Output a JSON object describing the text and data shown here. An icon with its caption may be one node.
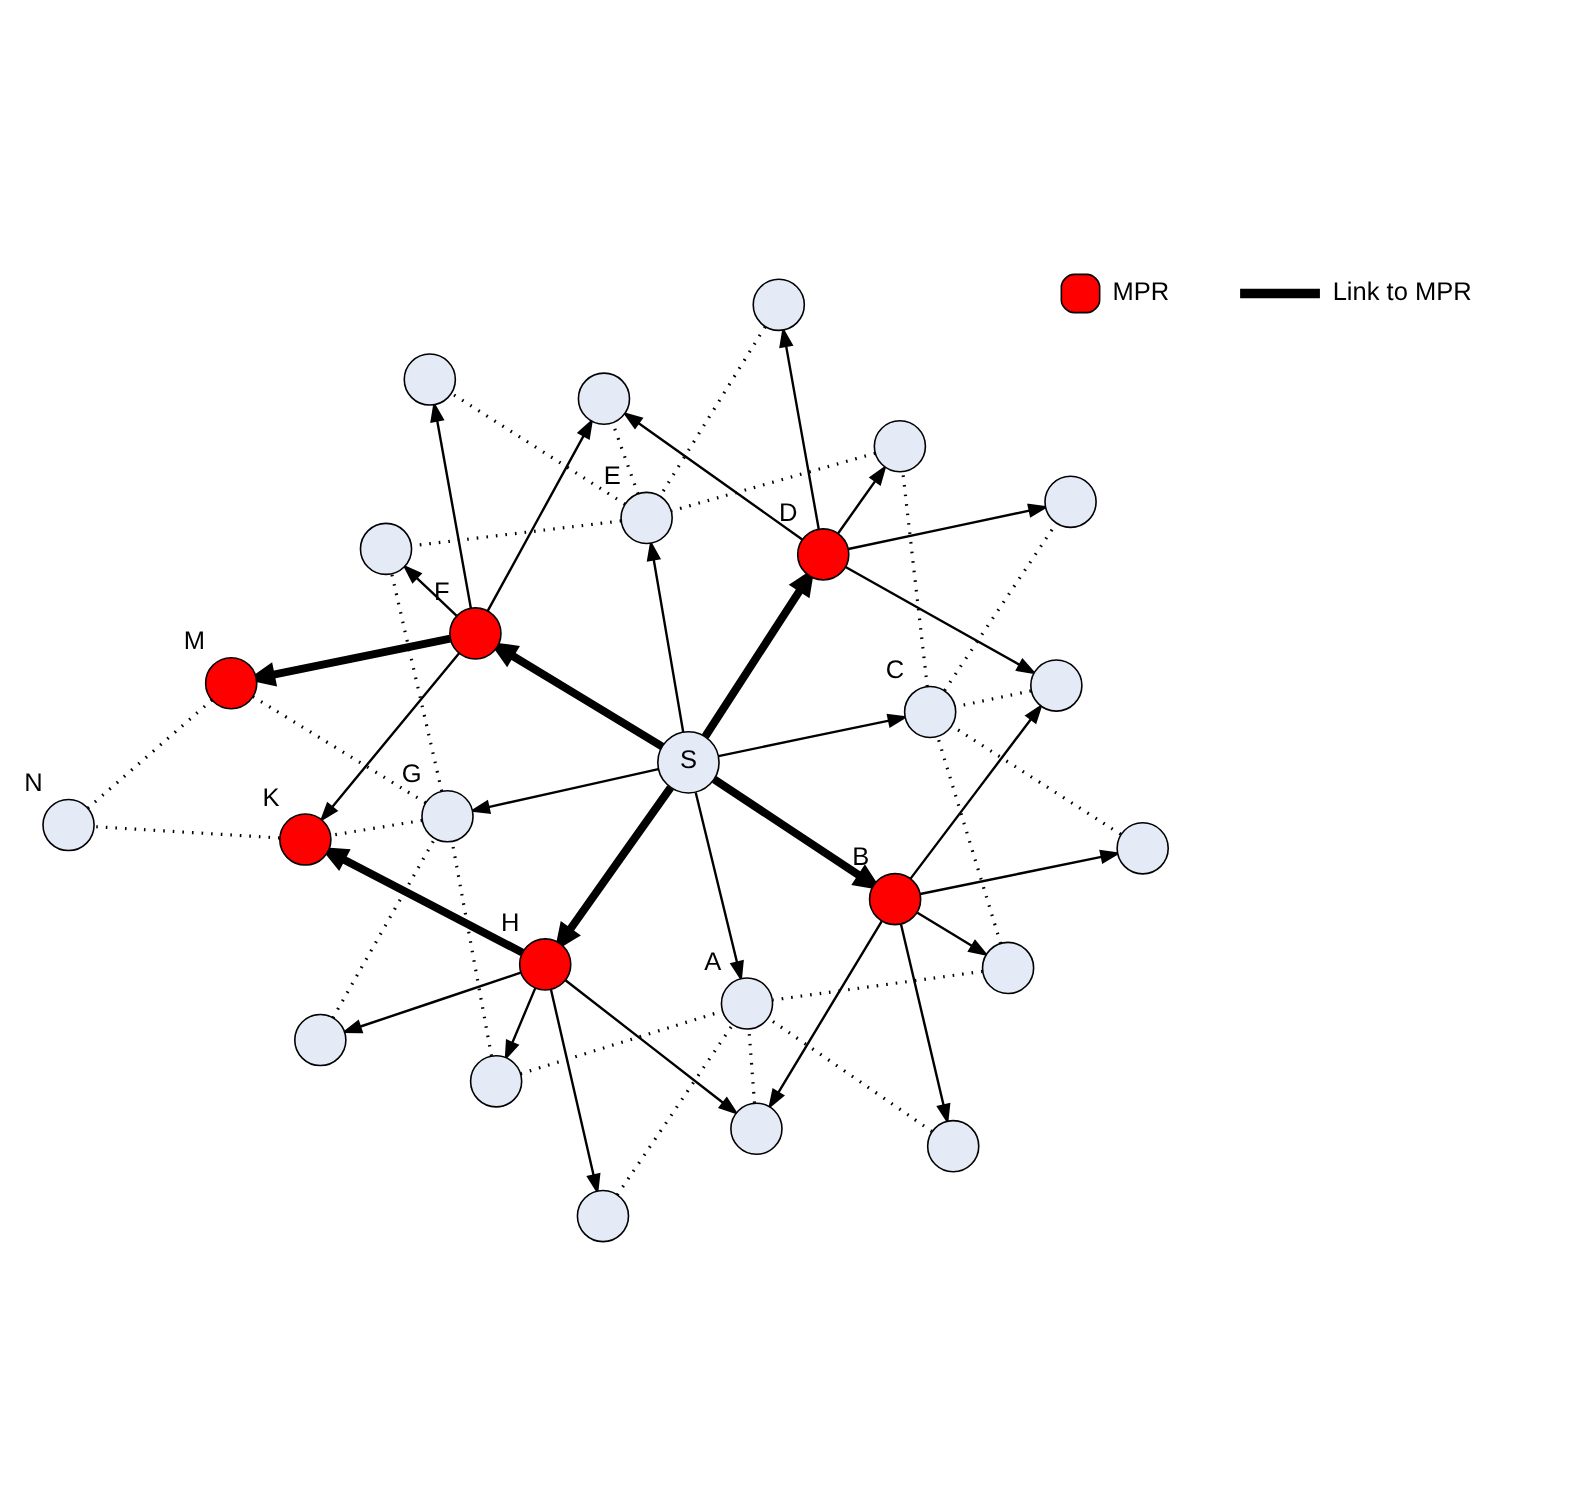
{
  "diagram": {
    "nodes": [
      {
        "text": [],
        "shape": "circle"
      },
      {
        "text": [],
        "shape": "circle"
      },
      {
        "text": [],
        "shape": "circle"
      },
      {
        "text": [],
        "shape": "circle"
      },
      {
        "text": [],
        "shape": "circle"
      },
      {
        "text": [],
        "shape": "circle",
        "beside": [
          "A"
        ]
      },
      {
        "text": [],
        "shape": "circle"
      },
      {
        "text": [],
        "shape": "circle"
      },
      {
        "text": [],
        "shape": "circle",
        "beside": [
          "B"
        ]
      },
      {
        "text": [],
        "shape": "circle",
        "beside": [
          "H"
        ]
      },
      {
        "text": [],
        "shape": "circle"
      },
      {
        "text": [],
        "shape": "circle",
        "beside": [
          "C"
        ]
      },
      {
        "text": [
          "S"
        ]
      },
      {
        "text": [],
        "shape": "circle",
        "beside": [
          "G"
        ]
      },
      {
        "text": [],
        "shape": "circle",
        "beside": [
          "K"
        ]
      },
      {
        "text": [],
        "shape": "circle",
        "beside": [
          "N"
        ]
      },
      {
        "text": [],
        "shape": "circle",
        "beside": [
          "D"
        ]
      },
      {
        "text": [],
        "shape": "circle",
        "beside": [
          "F"
        ]
      },
      {
        "text": [],
        "shape": "circle"
      },
      {
        "text": [],
        "shape": "circle",
        "beside": [
          "M"
        ]
      },
      {
        "text": [],
        "shape": "circle",
        "beside": [
          "E"
        ]
      },
      {
        "text": [],
        "shape": "circle"
      },
      {
        "text": [],
        "shape": "circle"
      },
      {
        "text": [],
        "shape": "circle"
      },
      {
        "text": [],
        "shape": "circle"
      },
      {
        "text": [],
        "shape": "circle"
      }
    ],
    "edges": [
      {
        "from": 12,
        "to": 8,
        "arrow": "to",
        "style": "thick"
      },
      {
        "from": 12,
        "to": 9,
        "arrow": "to",
        "style": "thick"
      },
      {
        "from": 12,
        "to": 16,
        "arrow": "to",
        "style": "thick"
      },
      {
        "from": 12,
        "to": 17,
        "arrow": "to",
        "style": "thick"
      },
      {
        "from": 12,
        "to": 5,
        "arrow": "to"
      },
      {
        "from": 12,
        "to": 11,
        "arrow": "to"
      },
      {
        "from": 12,
        "to": 13,
        "arrow": "to"
      },
      {
        "from": 12,
        "to": 20,
        "arrow": "to"
      },
      {
        "from": 8,
        "to": 0,
        "arrow": "to"
      },
      {
        "from": 8,
        "to": 1,
        "arrow": "to"
      },
      {
        "from": 8,
        "to": 3,
        "arrow": "to"
      },
      {
        "from": 8,
        "to": 6,
        "arrow": "to"
      },
      {
        "from": 8,
        "to": 10,
        "arrow": "to"
      },
      {
        "from": 9,
        "to": 0,
        "arrow": "to"
      },
      {
        "from": 9,
        "to": 2,
        "arrow": "to"
      },
      {
        "from": 9,
        "to": 4,
        "arrow": "to"
      },
      {
        "from": 9,
        "to": 7,
        "arrow": "to"
      },
      {
        "from": 9,
        "to": 14,
        "arrow": "to",
        "style": "thick"
      },
      {
        "from": 16,
        "to": 10,
        "arrow": "to"
      },
      {
        "from": 16,
        "to": 18,
        "arrow": "to"
      },
      {
        "from": 16,
        "to": 21,
        "arrow": "to"
      },
      {
        "from": 16,
        "to": 23,
        "arrow": "to"
      },
      {
        "from": 16,
        "to": 25,
        "arrow": "to"
      },
      {
        "from": 17,
        "to": 14,
        "arrow": "to"
      },
      {
        "from": 17,
        "to": 19,
        "arrow": "to",
        "style": "thick"
      },
      {
        "from": 17,
        "to": 22,
        "arrow": "to"
      },
      {
        "from": 17,
        "to": 24,
        "arrow": "to"
      },
      {
        "from": 17,
        "to": 25,
        "arrow": "to"
      },
      {
        "from": 0,
        "to": 5,
        "arrow": "none",
        "style": "dashed"
      },
      {
        "from": 1,
        "to": 5,
        "arrow": "none",
        "style": "dashed"
      },
      {
        "from": 3,
        "to": 5,
        "arrow": "none",
        "style": "dashed"
      },
      {
        "from": 2,
        "to": 5,
        "arrow": "none",
        "style": "dashed"
      },
      {
        "from": 4,
        "to": 5,
        "arrow": "none",
        "style": "dashed"
      },
      {
        "from": 3,
        "to": 11,
        "arrow": "none",
        "style": "dashed"
      },
      {
        "from": 6,
        "to": 11,
        "arrow": "none",
        "style": "dashed"
      },
      {
        "from": 10,
        "to": 11,
        "arrow": "none",
        "style": "dashed"
      },
      {
        "from": 11,
        "to": 18,
        "arrow": "none",
        "style": "dashed"
      },
      {
        "from": 11,
        "to": 21,
        "arrow": "none",
        "style": "dashed"
      },
      {
        "from": 21,
        "to": 20,
        "arrow": "none",
        "style": "dashed"
      },
      {
        "from": 23,
        "to": 20,
        "arrow": "none",
        "style": "dashed"
      },
      {
        "from": 20,
        "to": 25,
        "arrow": "none",
        "style": "dashed"
      },
      {
        "from": 20,
        "to": 22,
        "arrow": "none",
        "style": "dashed"
      },
      {
        "from": 20,
        "to": 24,
        "arrow": "none",
        "style": "dashed"
      },
      {
        "from": 13,
        "to": 14,
        "arrow": "none",
        "style": "dashed"
      },
      {
        "from": 7,
        "to": 13,
        "arrow": "none",
        "style": "dashed"
      },
      {
        "from": 4,
        "to": 13,
        "arrow": "none",
        "style": "dashed"
      },
      {
        "from": 13,
        "to": 19,
        "arrow": "none",
        "style": "dashed"
      },
      {
        "from": 13,
        "to": 22,
        "arrow": "none",
        "style": "dashed"
      },
      {
        "from": 14,
        "to": 15,
        "arrow": "none",
        "style": "dashed"
      },
      {
        "from": 19,
        "to": 15,
        "arrow": "none",
        "style": "dashed"
      }
    ],
    "legend": [
      {
        "text": "MPR",
        "color": "#ff0000"
      },
      {
        "text": "Link to MPR"
      }
    ]
  }
}
